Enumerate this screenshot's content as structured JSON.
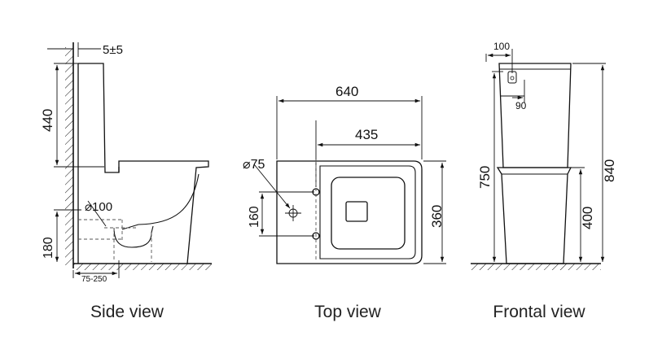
{
  "views": {
    "side": {
      "caption": "Side view",
      "dim_offset": "5±5",
      "dim_tank_height": "440",
      "dim_outlet_diameter": "⌀100",
      "dim_outlet_height": "180",
      "dim_wall_range": "75-250"
    },
    "top": {
      "caption": "Top view",
      "dim_length": "640",
      "dim_seat_length": "435",
      "dim_hole_diameter": "⌀75",
      "dim_hole_spacing": "160",
      "dim_width": "360"
    },
    "front": {
      "caption": "Frontal view",
      "dim_button_offset": "100",
      "dim_button_width": "90",
      "dim_tank_top": "750",
      "dim_total_height": "840",
      "dim_bowl_height": "400"
    }
  },
  "colors": {
    "line": "#111111",
    "dash": "#555555",
    "background": "#ffffff"
  }
}
